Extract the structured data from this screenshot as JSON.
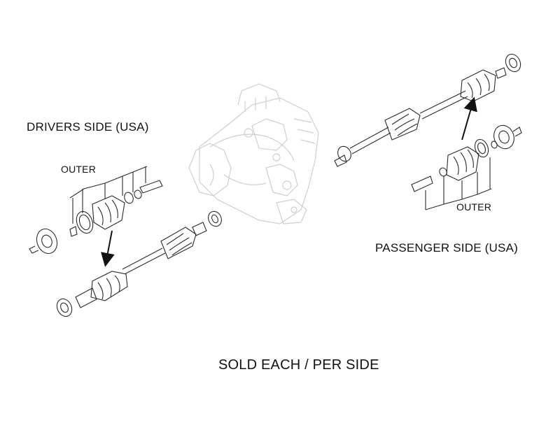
{
  "labels": {
    "drivers_side": "DRIVERS SIDE (USA)",
    "outer_left": "OUTER",
    "passenger_side": "PASSENGER SIDE (USA)",
    "outer_right": "OUTER",
    "footer": "SOLD EACH / PER SIDE"
  },
  "colors": {
    "line": "#2b2b2b",
    "ghost": "#cfcfcf",
    "text": "#111111"
  },
  "icons": {
    "transmission": "transmission-housing-drawing",
    "axle": "cv-axle-drawing",
    "arrow": "down-arrow"
  }
}
